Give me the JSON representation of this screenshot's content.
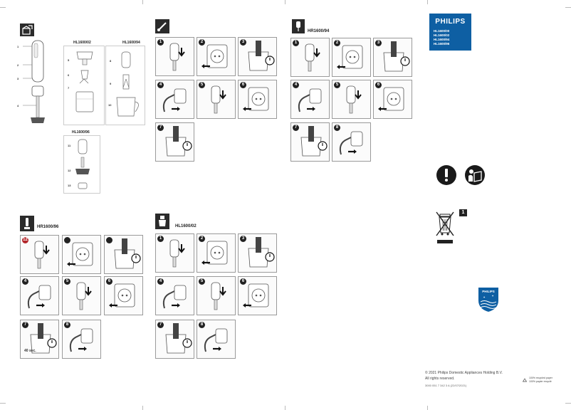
{
  "brand": {
    "name": "PHILIPS",
    "models": [
      "HL1600/00",
      "HL1600/02",
      "HL1600/94",
      "HL1600/96"
    ]
  },
  "overview": {
    "label_hl02": "HL1600/02",
    "label_hl94": "HL1600/94",
    "label_hl96": "HL1600/96",
    "parts": [
      "1",
      "2",
      "3",
      "4",
      "5",
      "6",
      "7",
      "8",
      "9",
      "10",
      "11",
      "12",
      "13"
    ]
  },
  "sections": {
    "hr94": {
      "title": "HR1600/94",
      "steps": [
        "1",
        "2",
        "3",
        "4",
        "5",
        "6",
        "7",
        "8"
      ]
    },
    "hr96": {
      "title": "HR1600/96",
      "steps": [
        "12",
        "",
        "",
        "4",
        "5",
        "6",
        "7",
        "8"
      ],
      "timer": "40 sec."
    },
    "hl02": {
      "title": "HL1600/02",
      "steps": [
        "1",
        "2",
        "3",
        "4",
        "5",
        "6",
        "7",
        "8"
      ]
    },
    "blender": {
      "steps": [
        "1",
        "2",
        "3",
        "4",
        "5",
        "6",
        "7"
      ]
    }
  },
  "warning_badge": "1",
  "footer": {
    "copyright": "© 2021 Philips Domestic Appliances Holding B.V.",
    "rights": "All rights reserved.",
    "doc_code": "3000 051 7 342 3 A    (22/07/2021)",
    "recycle1": "100% recycled paper",
    "recycle2": "100% papier recyclé"
  }
}
